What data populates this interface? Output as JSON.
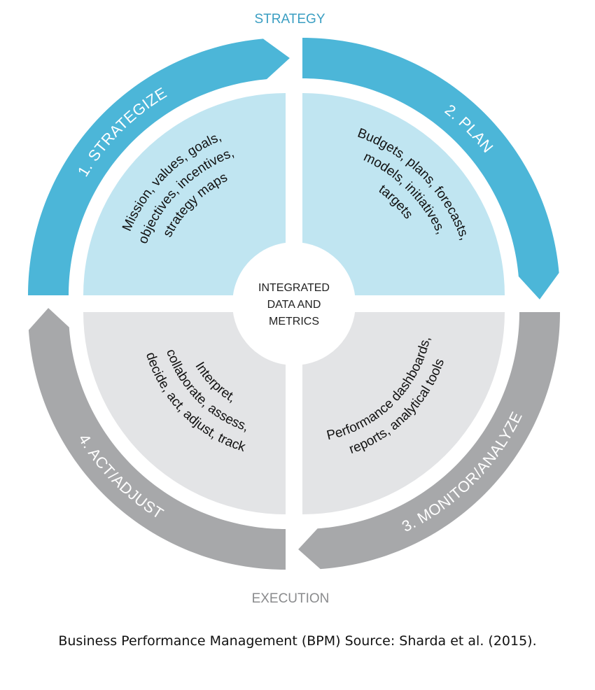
{
  "colors": {
    "blue_ring": "#4cb6d8",
    "blue_quadrant": "#c0e5f1",
    "gray_ring": "#a7a8aa",
    "gray_quadrant": "#e3e4e6",
    "strategy_label": "#3a9ec2",
    "execution_label": "#8a8b8d"
  },
  "top_label": "STRATEGY",
  "bottom_label": "EXECUTION",
  "center": {
    "lines": [
      "INTEGRATED",
      "DATA AND",
      "METRICS"
    ]
  },
  "stages": [
    {
      "label": "1. STRATEGIZE",
      "lines": [
        "Mission, values, goals,",
        "objectives, incentives,",
        "strategy maps"
      ]
    },
    {
      "label": "2. PLAN",
      "lines": [
        "Budgets, plans, forecasts,",
        "models, initiatives,",
        "targets"
      ]
    },
    {
      "label": "3. MONITOR/ANALYZE",
      "lines": [
        "Performance dashboards,",
        "reports, analytical tools"
      ]
    },
    {
      "label": "4. ACT/ADJUST",
      "lines": [
        "Interpret,",
        "collaborate, assess,",
        "decide, act, adjust, track"
      ]
    }
  ],
  "caption": "Business Performance Management (BPM) Source: Sharda et al. (2015)."
}
